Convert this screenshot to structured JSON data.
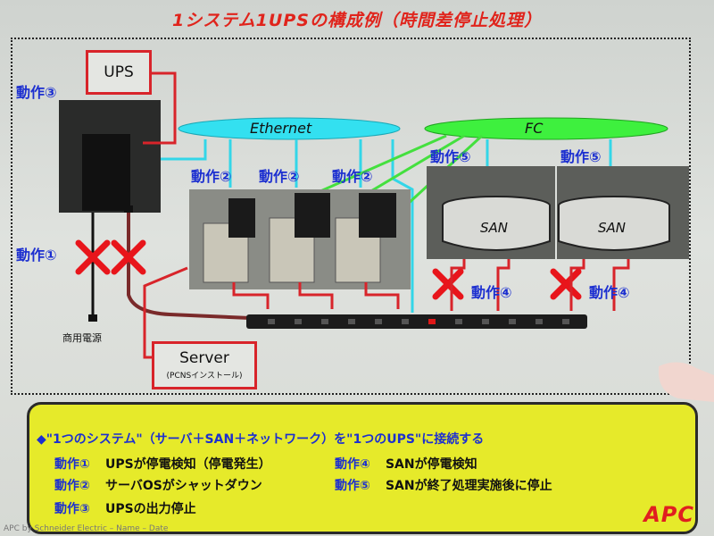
{
  "title": "1システム1UPSの構成例（時間差停止処理）",
  "labels": {
    "ups": "UPS",
    "ethernet": "Ethernet",
    "fc": "FC",
    "san1": "SAN",
    "san2": "SAN",
    "server": "Server",
    "server_sub": "(PCNSインストール)",
    "commercial_power": "商用電源"
  },
  "actions": {
    "a3": "動作③",
    "a1": "動作①",
    "a2_1": "動作②",
    "a2_2": "動作②",
    "a2_3": "動作②",
    "a5_1": "動作⑤",
    "a5_2": "動作⑤",
    "a4_1": "動作④",
    "a4_2": "動作④"
  },
  "note": {
    "headline": "◆\"1つのシステム\"（サーバ＋SAN＋ネットワーク）を\"1つのUPS\"に接続する",
    "items_left": [
      {
        "key": "動作①",
        "text": "UPSが停電検知（停電発生）"
      },
      {
        "key": "動作②",
        "text": "サーバOSがシャットダウン"
      },
      {
        "key": "動作③",
        "text": "UPSの出力停止"
      }
    ],
    "items_right": [
      {
        "key": "動作④",
        "text": "SANが停電検知"
      },
      {
        "key": "動作⑤",
        "text": "SANが終了処理実施後に停止"
      }
    ]
  },
  "logo": "APC",
  "footer": "APC by Schneider Electric – Name – Date",
  "icons": [
    "x-mark",
    "server-tower",
    "power-strip",
    "plug"
  ],
  "colors": {
    "accent_red": "#e0241c",
    "action_blue": "#1c2fd0",
    "ethernet_ellipse": "#33e0f0",
    "fc_ellipse": "#3ef03e",
    "note_yellow": "#e6ea2a"
  }
}
